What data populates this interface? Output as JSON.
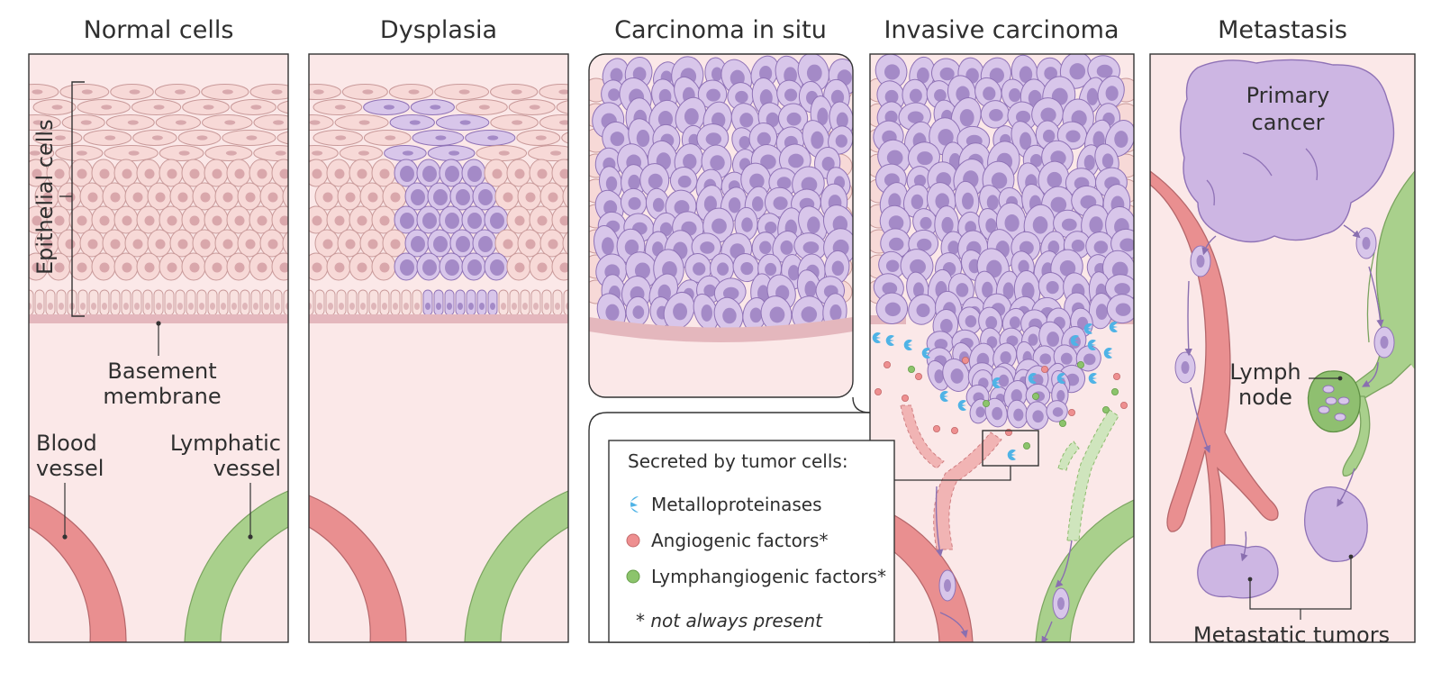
{
  "panels": {
    "normal": "Normal cells",
    "dysplasia": "Dysplasia",
    "in_situ": "Carcinoma in situ",
    "invasive": "Invasive carcinoma",
    "metastasis": "Metastasis"
  },
  "labels": {
    "epithelial_cells": "Epithelial cells",
    "basement_line1": "Basement",
    "basement_line2": "membrane",
    "blood_line1": "Blood",
    "blood_line2": "vessel",
    "lymphatic_line1": "Lymphatic",
    "lymphatic_line2": "vessel",
    "primary_line1": "Primary",
    "primary_line2": "cancer",
    "lymph_line1": "Lymph",
    "lymph_line2": "node",
    "metastatic_tumors": "Metastatic tumors"
  },
  "legend": {
    "title": "Secreted by tumor cells:",
    "items": [
      {
        "text": "Metalloproteinases",
        "color": "#4fb3e6"
      },
      {
        "text": "Angiogenic factors*",
        "color": "#ee8f90"
      },
      {
        "text": "Lymphangiogenic factors*",
        "color": "#8cc46c"
      }
    ],
    "note": "* not always present"
  },
  "colors": {
    "tissue_bg": "#fbe8e8",
    "normal_cell": "#f7d9d7",
    "tumor_cell": "#d8c6ea",
    "tumor_nucleus": "#a48ac7",
    "blood_vessel": "#e98f90",
    "lymph_vessel": "#a9d08c",
    "basement": "#e4b7bd"
  }
}
